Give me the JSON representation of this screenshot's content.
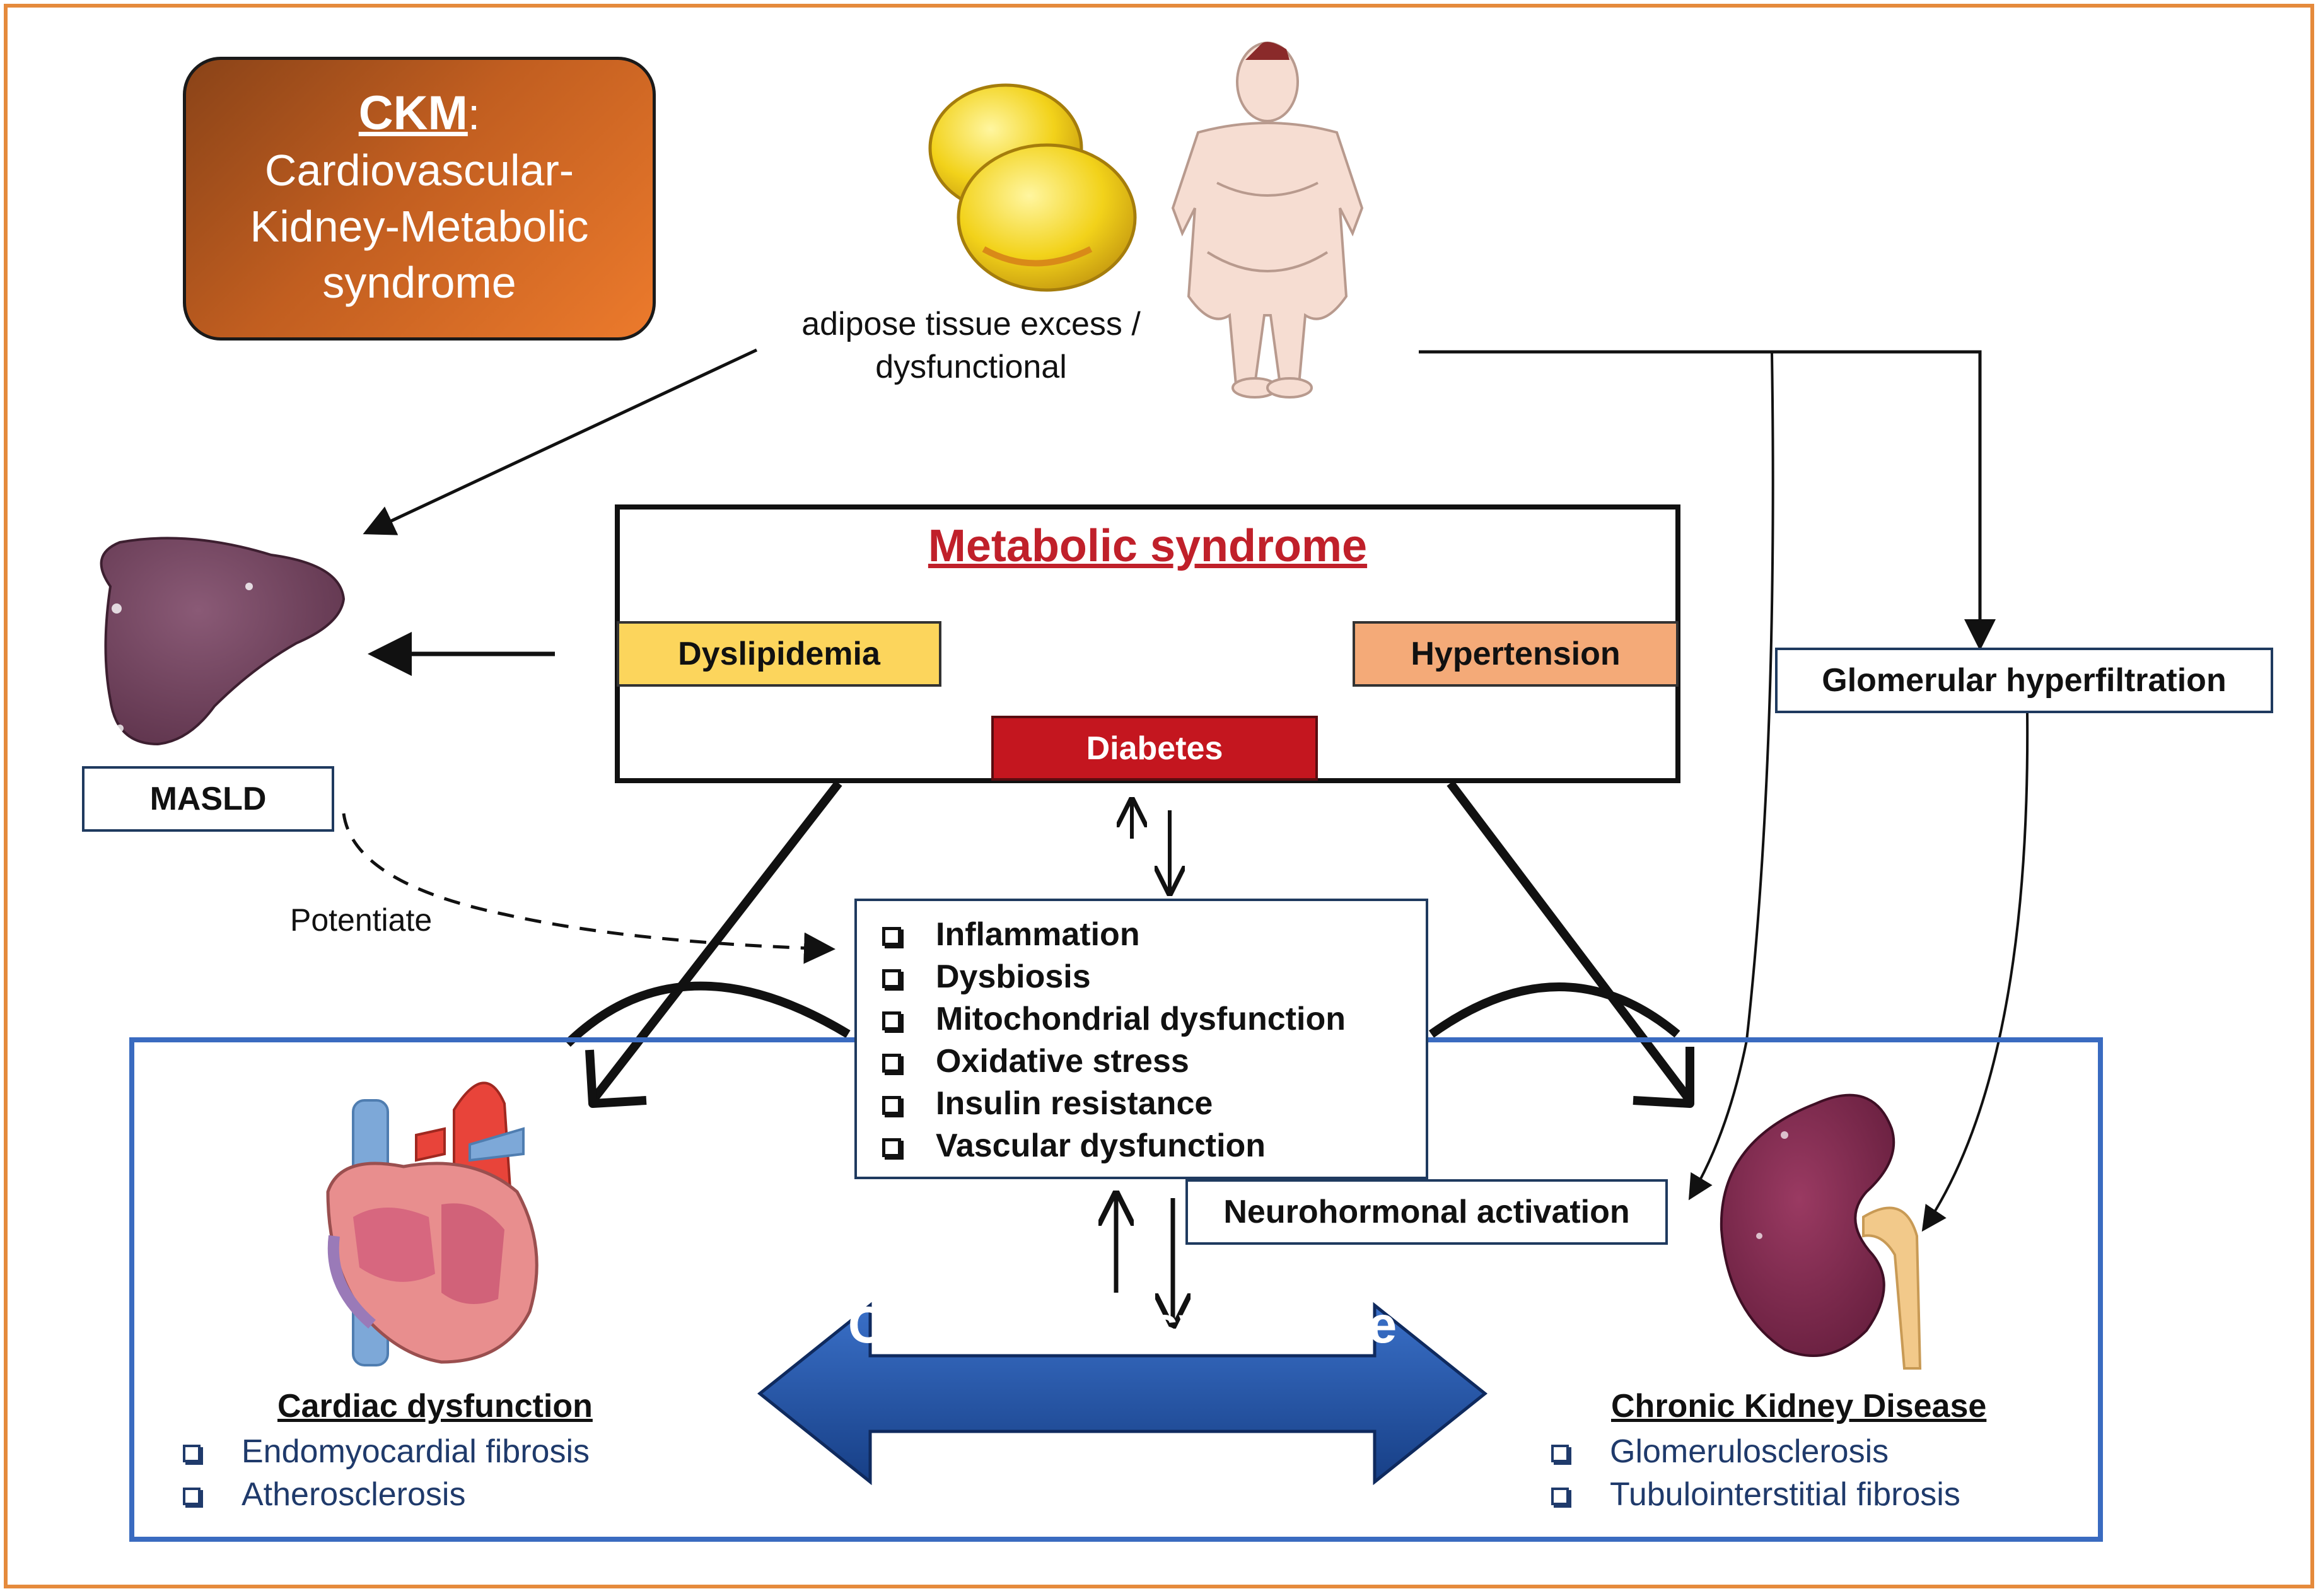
{
  "ckm_box": {
    "title": "CKM",
    "title_suffix": ":",
    "lines": [
      "Cardiovascular-",
      "Kidney-Metabolic",
      "syndrome"
    ]
  },
  "adipose": {
    "caption_line1": "adipose tissue excess /",
    "caption_line2": "dysfunctional"
  },
  "metabolic": {
    "title": "Metabolic syndrome",
    "dyslipidemia": "Dyslipidemia",
    "hypertension": "Hypertension",
    "diabetes": "Diabetes"
  },
  "masld": "MASLD",
  "potentiate": "Potentiate",
  "glomerular": "Glomerular hyperfiltration",
  "neurohormonal": "Neurohormonal activation",
  "mechanisms": [
    "Inflammation",
    "Dysbiosis",
    "Mitochondrial dysfunction",
    "Oxidative stress",
    "Insulin resistance",
    "Vascular dysfunction"
  ],
  "cardiorenal": "Cardiorenal syndrome",
  "cardiac": {
    "title": "Cardiac dysfunction",
    "items": [
      "Endomyocardial fibrosis",
      "Atherosclerosis"
    ]
  },
  "ckd": {
    "title": "Chronic Kidney Disease",
    "items": [
      "Glomerulosclerosis",
      "Tubulointerstitial fibrosis"
    ]
  },
  "colors": {
    "frame": "#e58a3c",
    "ckm_box": "#c15e20",
    "met_title": "#c0202a",
    "dyslipidemia": "#fcd55c",
    "hypertension": "#f4aa78",
    "diabetes": "#c4161f",
    "bottom_box": "#3a6bc0",
    "cardiorenal_arrow": "#1f4d9c",
    "list_text": "#1f3a6b"
  },
  "icons": [
    "fat-cells-icon",
    "obese-person-icon",
    "liver-icon",
    "heart-icon",
    "kidney-icon"
  ]
}
